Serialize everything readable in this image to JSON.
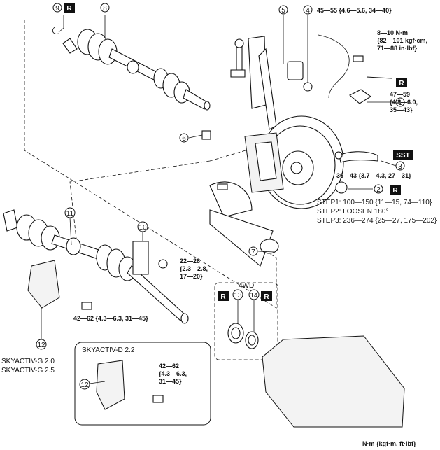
{
  "badges": {
    "r": "R",
    "sst": "SST"
  },
  "callouts": [
    "1",
    "2",
    "3",
    "4",
    "5",
    "6",
    "7",
    "8",
    "9",
    "10",
    "11",
    "12",
    "13",
    "14"
  ],
  "torques": {
    "t1": [
      "8—10 N·m",
      "{82—101 kgf·cm,",
      "71—88 in·lbf}"
    ],
    "t4": "45—55 {4.6—5.6, 34—40}",
    "t47": [
      "47—59",
      "{4.8—6.0,",
      "35—43}"
    ],
    "t3": "36—43 {3.7—4.3, 27—31}",
    "steps": [
      "STEP1: 100—150 {11—15, 74—110}",
      "STEP2: LOOSEN 180°",
      "STEP3: 236—274 {25—27, 175—202}"
    ],
    "t22": [
      "22—28",
      "{2.3—2.8,",
      "17—20}"
    ],
    "t42": "42—62 {4.3—6.3, 31—45}",
    "t42b": [
      "42—62",
      "{4.3—6.3,",
      "31—45}"
    ]
  },
  "labels": {
    "fourwd": "4WD",
    "engines_g": [
      "SKYACTIV-G 2.0",
      "SKYACTIV-G 2.5"
    ],
    "engine_d": "SKYACTIV-D 2.2",
    "unit_note": "N·m {kgf·m, ft·lbf}"
  }
}
